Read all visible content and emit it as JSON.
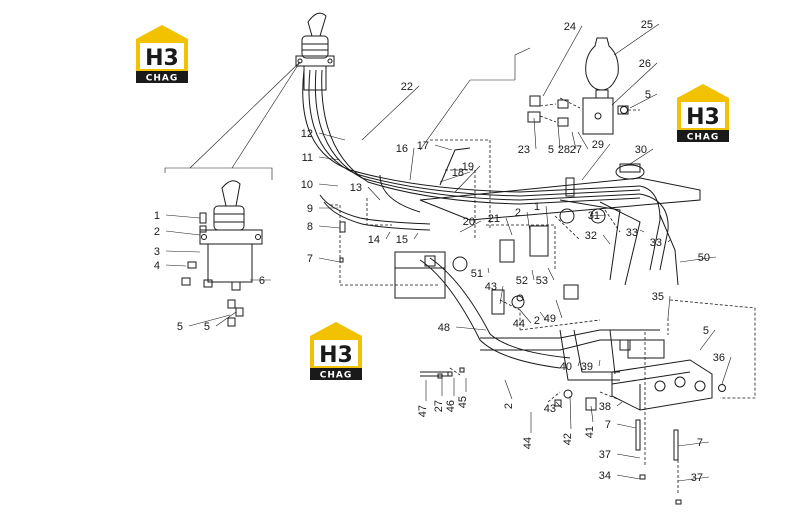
{
  "logos": [
    {
      "id": "logo-1",
      "main": "H3",
      "sub": "CHAG"
    },
    {
      "id": "logo-2",
      "main": "H3",
      "sub": "CHAG"
    },
    {
      "id": "logo-3",
      "main": "H3",
      "sub": "CHAG"
    }
  ],
  "callouts": [
    "1",
    "2",
    "3",
    "4",
    "5",
    "6",
    "5",
    "7",
    "8",
    "9",
    "10",
    "11",
    "12",
    "22",
    "16",
    "17",
    "18",
    "19",
    "13",
    "14",
    "15",
    "20",
    "21",
    "2",
    "1",
    "51",
    "52",
    "53",
    "24",
    "25",
    "26",
    "5",
    "23",
    "5",
    "28",
    "27",
    "29",
    "30",
    "31",
    "32",
    "33",
    "33",
    "50",
    "43",
    "44",
    "2",
    "49",
    "48",
    "47",
    "27",
    "46",
    "45",
    "2",
    "43",
    "44",
    "42",
    "41",
    "40",
    "39",
    "38",
    "7",
    "37",
    "34",
    "35",
    "5",
    "36",
    "7",
    "37"
  ],
  "colors": {
    "ink": "#1a1a1a",
    "logo_yellow": "#f2c200",
    "paper": "#ffffff"
  }
}
